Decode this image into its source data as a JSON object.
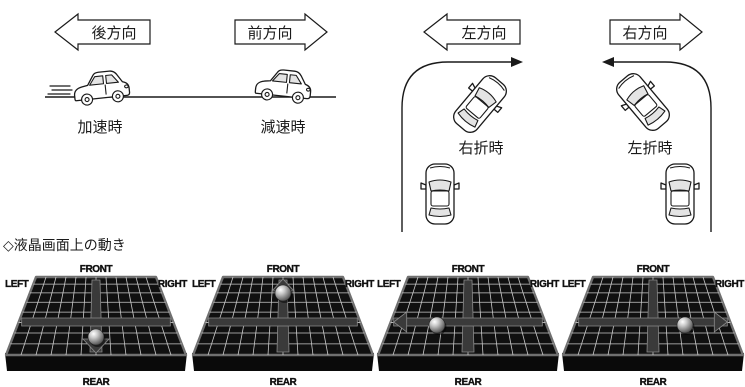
{
  "directions": {
    "backward_label": "後方向",
    "forward_label": "前方向",
    "left_label": "左方向",
    "right_label": "右方向"
  },
  "scenes": {
    "acceleration_label": "加速時",
    "deceleration_label": "減速時",
    "right_turn_label": "右折時",
    "left_turn_label": "左折時"
  },
  "lcd_section": {
    "heading": "◇液晶画面上の動き",
    "labels": {
      "front": "FRONT",
      "left": "LEFT",
      "right": "RIGHT",
      "rear": "REAR"
    },
    "panels": [
      {
        "ball_position": "rear"
      },
      {
        "ball_position": "front"
      },
      {
        "ball_position": "left"
      },
      {
        "ball_position": "right"
      }
    ]
  }
}
